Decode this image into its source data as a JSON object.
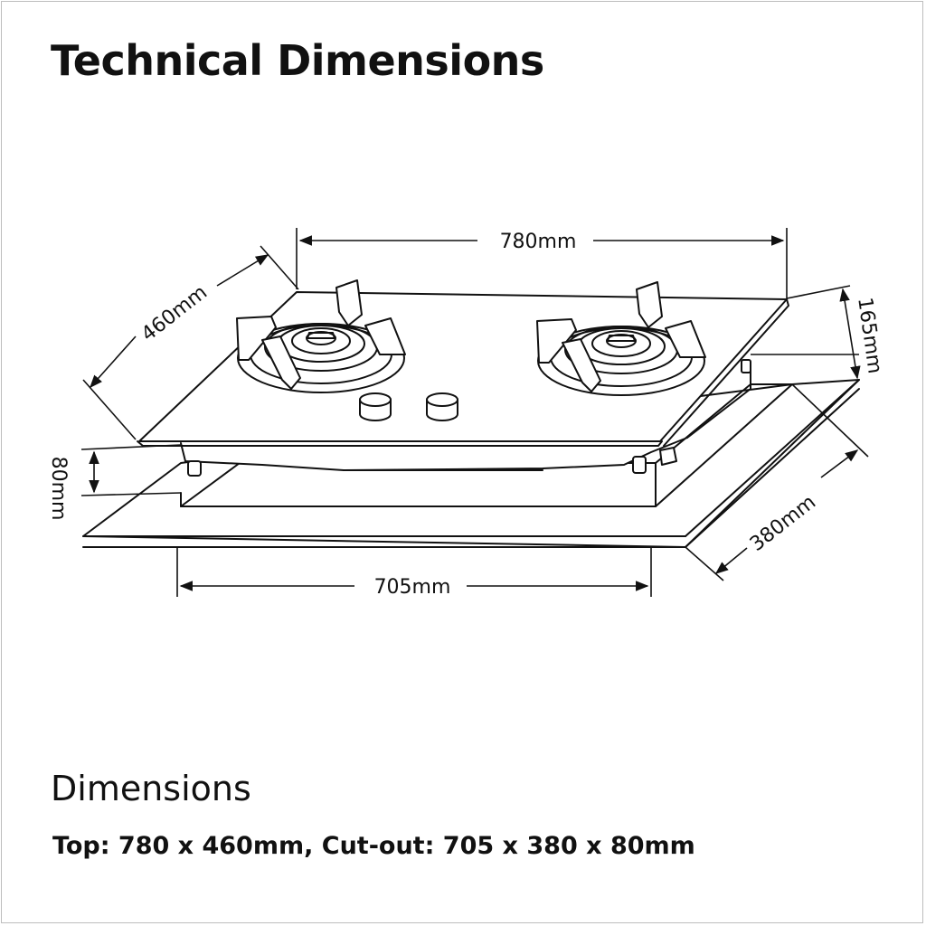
{
  "header": {
    "title": "Technical Dimensions"
  },
  "dimensions": {
    "width": "780mm",
    "depth": "460mm",
    "height": "165mm",
    "cutout_depth": "80mm",
    "cutout_width": "705mm",
    "cutout_length": "380mm"
  },
  "summary": {
    "heading": "Dimensions",
    "text": "Top: 780 x 460mm, Cut-out: 705 x 380 x 80mm"
  },
  "colors": {
    "line": "#111111",
    "background": "#ffffff",
    "frame": "#bdbdbd"
  }
}
